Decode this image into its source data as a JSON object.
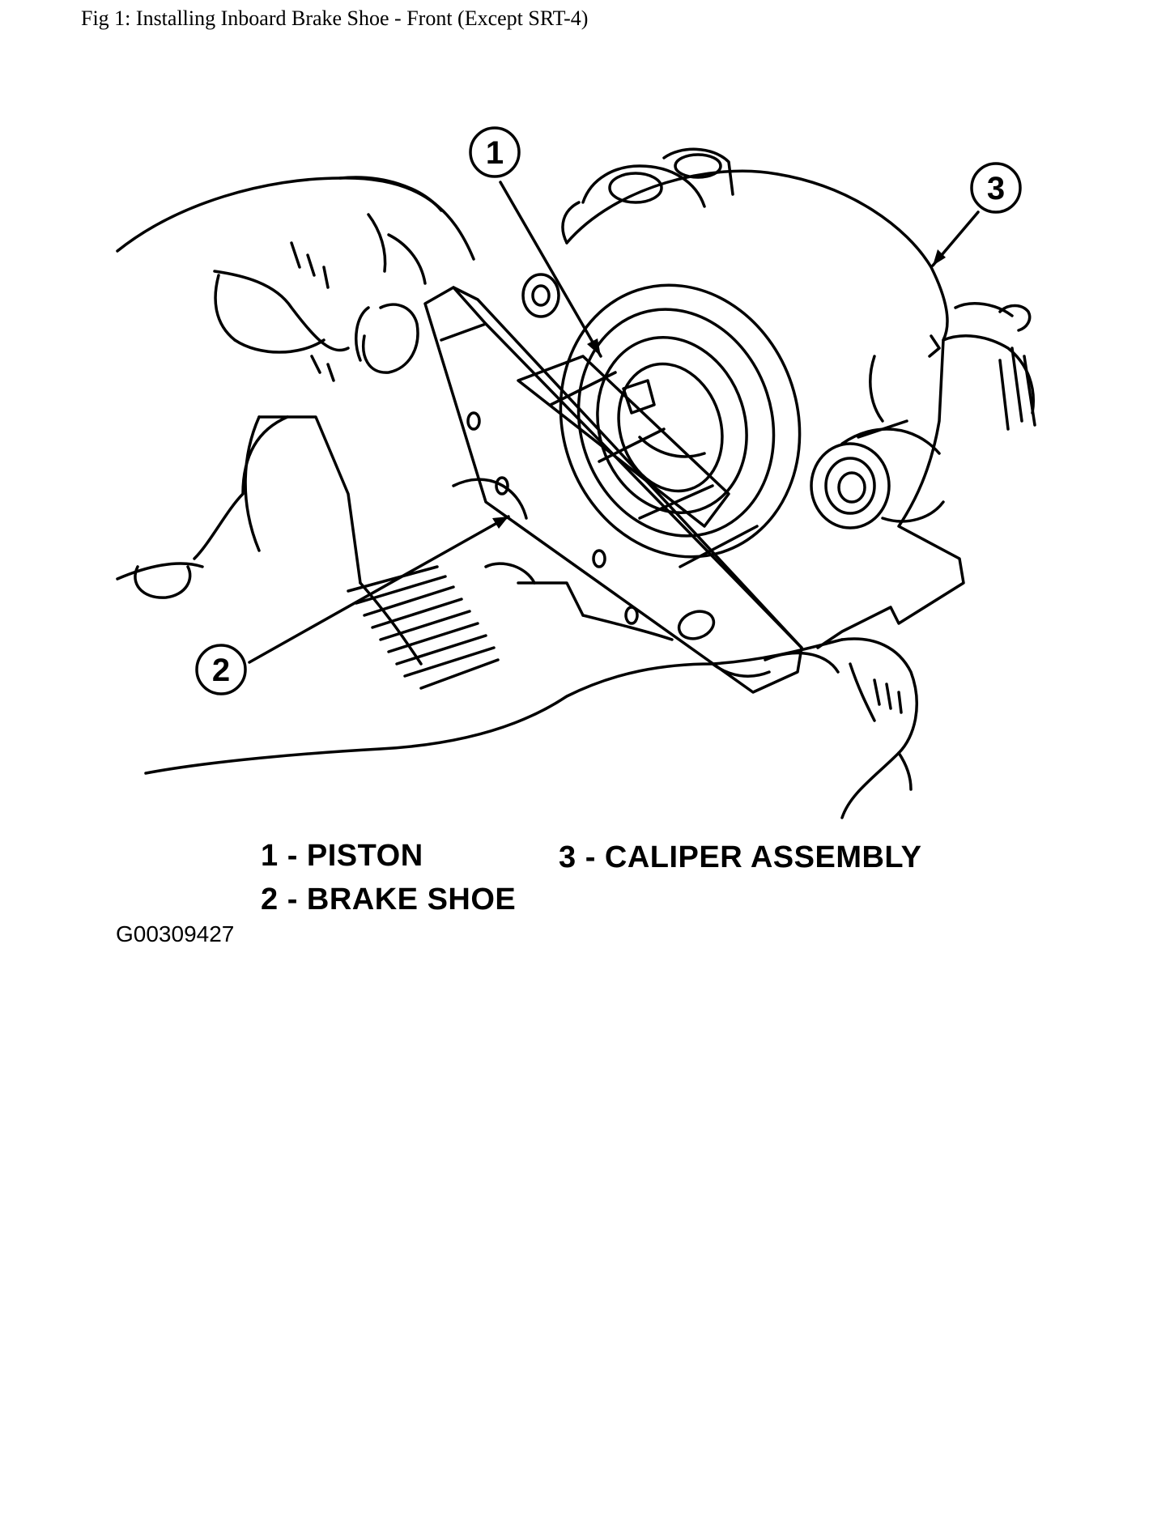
{
  "document": {
    "title": "Fig 1: Installing Inboard Brake Shoe - Front (Except SRT-4)",
    "figure_id": "G00309427"
  },
  "callouts": [
    {
      "number": "1"
    },
    {
      "number": "2"
    },
    {
      "number": "3"
    }
  ],
  "legend": [
    {
      "text": "1 - PISTON"
    },
    {
      "text": "2 - BRAKE SHOE"
    },
    {
      "text": "3 - CALIPER ASSEMBLY"
    }
  ],
  "colors": {
    "ink": "#000000",
    "paper": "#ffffff"
  }
}
